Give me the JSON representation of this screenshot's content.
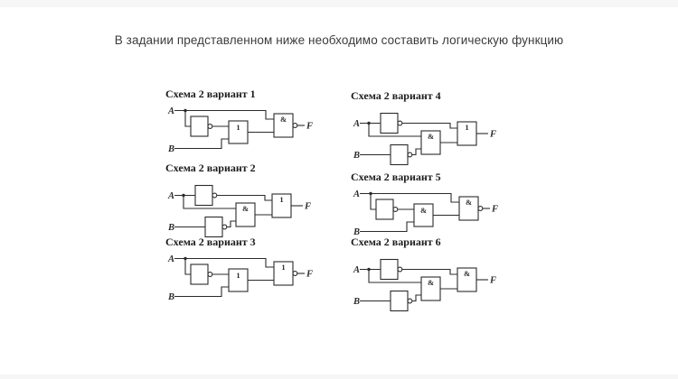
{
  "title": "В задании представленном ниже необходимо составить логическую функцию",
  "colors": {
    "line": "#2b2b2b",
    "heading_text": "#1b1b1b",
    "title_text": "#3b3b3b",
    "background": "#ffffff"
  },
  "diagrams": [
    {
      "heading": "Схема 2 вариант 1",
      "layout": "L",
      "input_a": "A",
      "input_b": "B",
      "output": "F",
      "middle_gate": "1",
      "final_gate": "&",
      "final_inverted": true,
      "not_gate_count": 1
    },
    {
      "heading": "Схема 2 вариант 2",
      "layout": "R",
      "input_a": "A",
      "input_b": "B",
      "output": "F",
      "middle_gate": "&",
      "final_gate": "1",
      "final_inverted": false,
      "not_gate_count": 2
    },
    {
      "heading": "Схема 2 вариант 3",
      "layout": "L",
      "input_a": "A",
      "input_b": "B",
      "output": "F",
      "middle_gate": "1",
      "final_gate": "1",
      "final_inverted": true,
      "not_gate_count": 1
    },
    {
      "heading": "Схема 2 вариант 4",
      "layout": "R",
      "input_a": "A",
      "input_b": "B",
      "output": "F",
      "middle_gate": "&",
      "final_gate": "1",
      "final_inverted": false,
      "not_gate_count": 2
    },
    {
      "heading": "Схема 2 вариант 5",
      "layout": "L",
      "input_a": "A",
      "input_b": "B",
      "output": "F",
      "middle_gate": "&",
      "final_gate": "&",
      "final_inverted": true,
      "not_gate_count": 1
    },
    {
      "heading": "Схема 2 вариант 6",
      "layout": "R",
      "input_a": "A",
      "input_b": "B",
      "output": "F",
      "middle_gate": "&",
      "final_gate": "&",
      "final_inverted": false,
      "not_gate_count": 2
    }
  ]
}
